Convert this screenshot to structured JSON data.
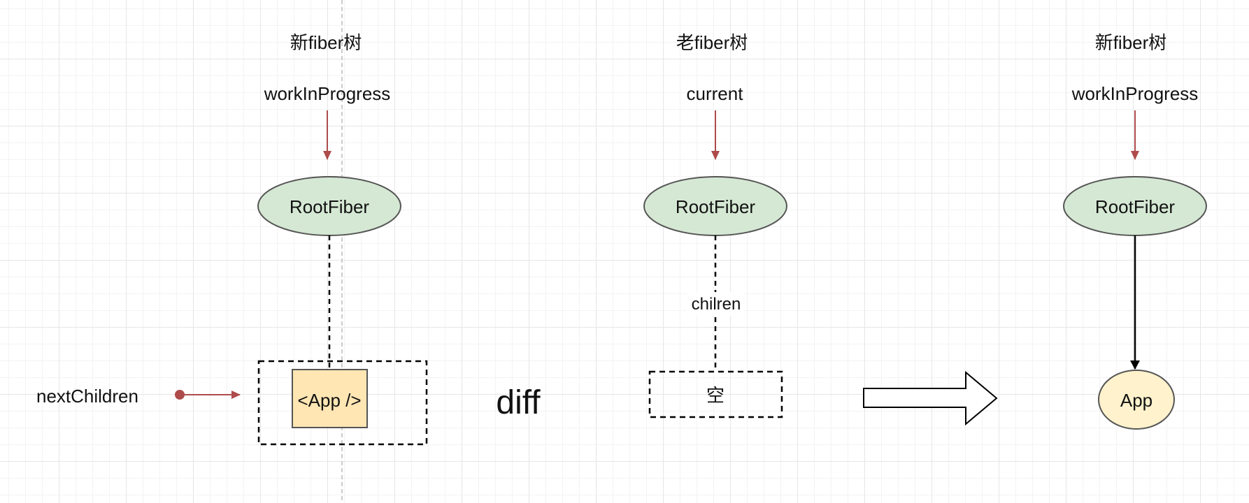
{
  "left": {
    "title": "新fiber树",
    "pointer": "workInProgress",
    "root": "RootFiber",
    "child": "<App />",
    "input_label": "nextChildren"
  },
  "middle": {
    "title": "老fiber树",
    "pointer": "current",
    "root": "RootFiber",
    "edge_label": "chilren",
    "child": "空"
  },
  "diff_label": "diff",
  "right": {
    "title": "新fiber树",
    "pointer": "workInProgress",
    "root": "RootFiber",
    "child": "App"
  },
  "colors": {
    "pointer_arrow": "#ae4b4b",
    "root_fill": "#d5e8d4",
    "app_box_fill": "#ffe6b3",
    "app_node_fill": "#fff2cc",
    "stroke": "#555555"
  }
}
